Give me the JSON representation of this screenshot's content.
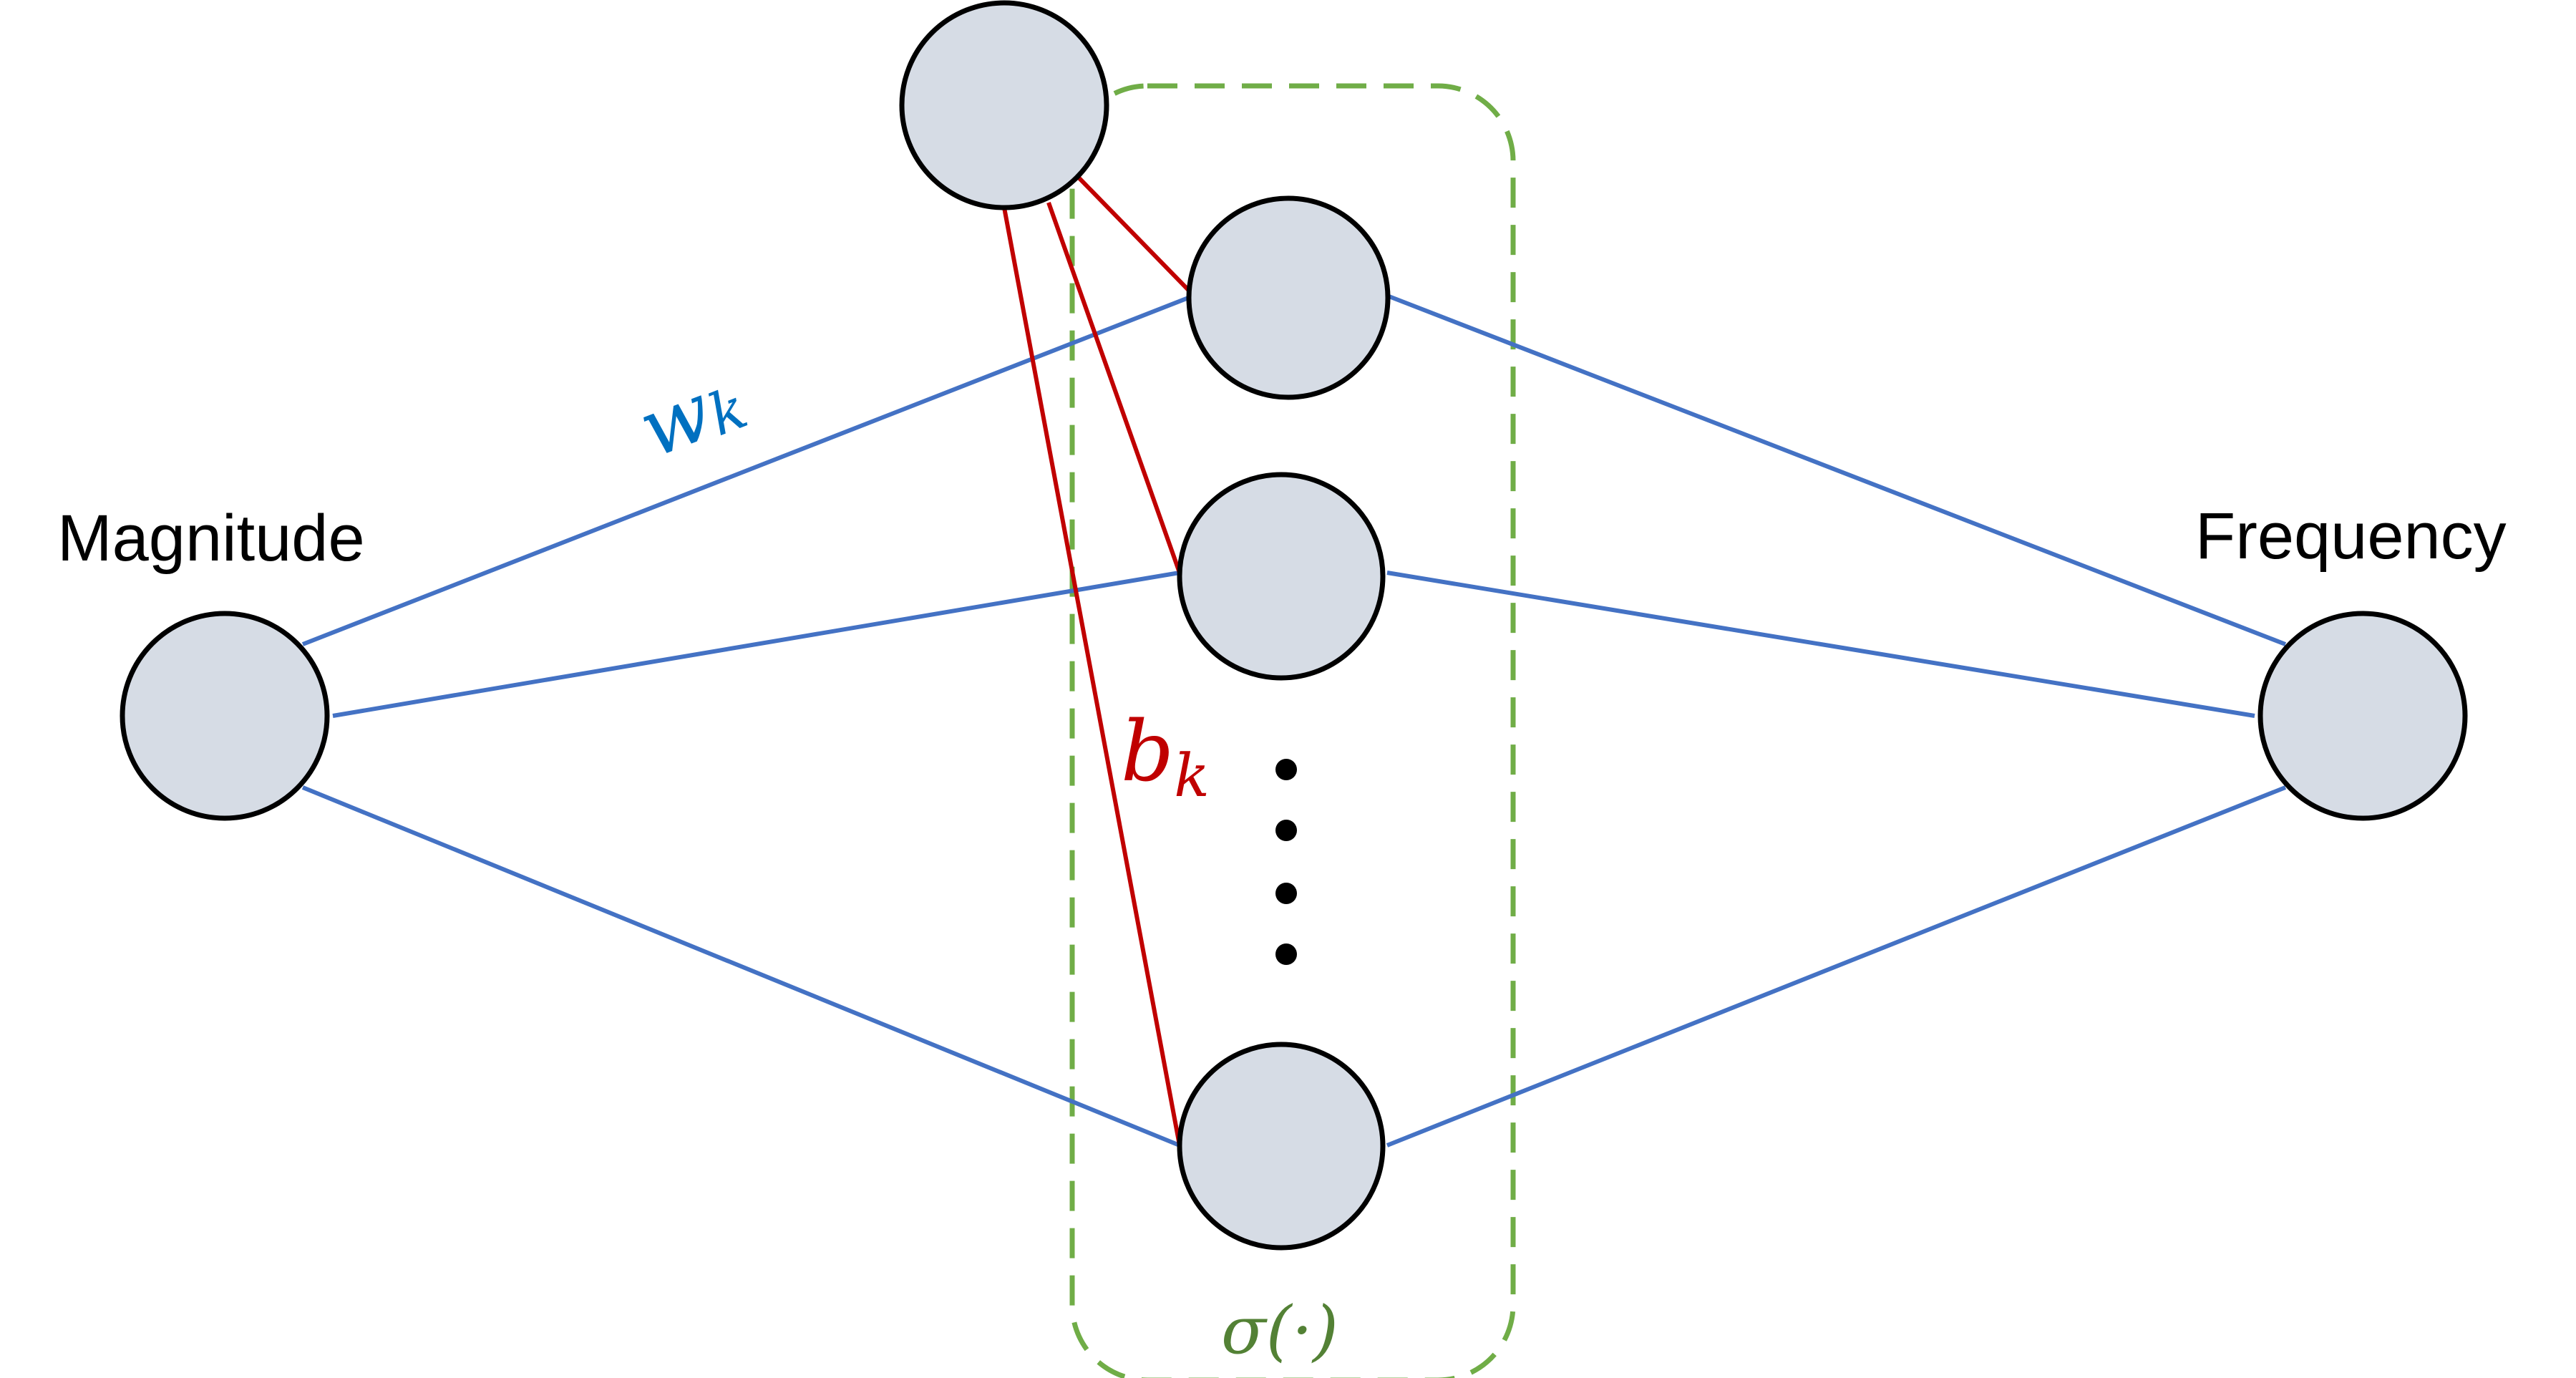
{
  "diagram": {
    "input_label": "Magnitude",
    "output_label": "Frequency",
    "weight_label": "w",
    "weight_subscript": "k",
    "bias_label": "b",
    "bias_subscript": "k",
    "activation_label": "σ(·)"
  },
  "colors": {
    "node_fill": "#d6dce5",
    "node_stroke": "#000000",
    "weight_edge": "#4472c4",
    "bias_edge": "#c00000",
    "activation_box": "#70ad47",
    "weight_label": "#0070c0",
    "bias_label": "#c00000",
    "activation_label": "#538135"
  }
}
